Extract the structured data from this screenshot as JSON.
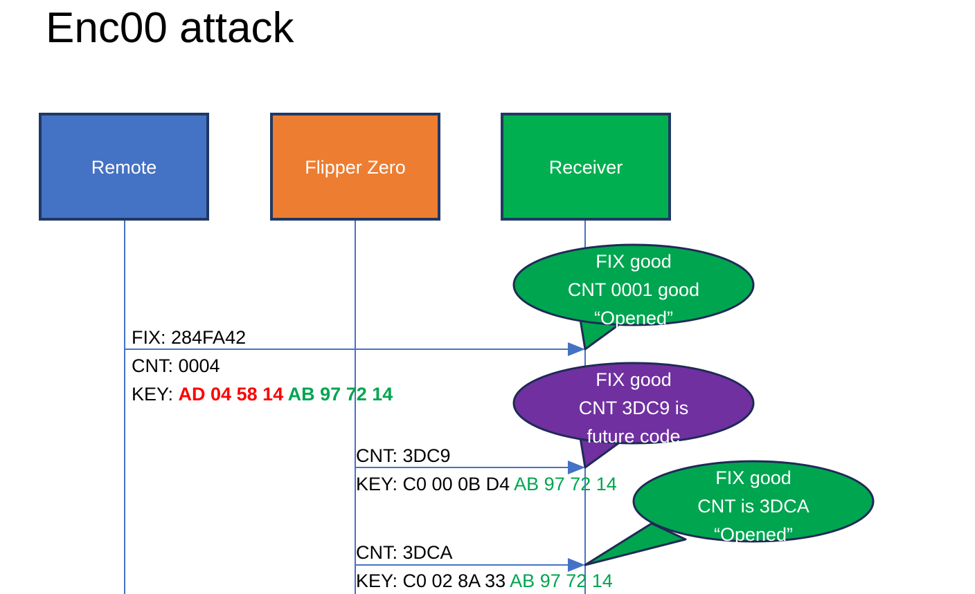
{
  "slide": {
    "title": "Enc00 attack",
    "background_color": "#FFFFFF"
  },
  "colors": {
    "remote_fill": "#4472C4",
    "flipper_fill": "#ED7D31",
    "receiver_fill": "#00B050",
    "box_border": "#203864",
    "lifeline": "#4472C4",
    "arrow": "#4472C4",
    "bubble_green": "#00A550",
    "bubble_purple": "#7030A0",
    "bubble_border": "#1F2A55",
    "text_black": "#000000",
    "text_white": "#FFFFFF",
    "key_red": "#FF0000",
    "key_green": "#00A550"
  },
  "actors": [
    {
      "id": "remote",
      "label": "Remote",
      "fill": "#4472C4"
    },
    {
      "id": "flipper",
      "label": "Flipper Zero",
      "fill": "#ED7D31"
    },
    {
      "id": "receiver",
      "label": "Receiver",
      "fill": "#00B050"
    }
  ],
  "messages": [
    {
      "id": "msg-1",
      "from": "remote",
      "to": "receiver",
      "lines": [
        {
          "segments": [
            {
              "text": "FIX: 284FA42",
              "color": "#000000",
              "bold": false
            }
          ]
        },
        {
          "segments": [
            {
              "text": "CNT: 0004",
              "color": "#000000",
              "bold": false
            }
          ]
        },
        {
          "segments": [
            {
              "text": "KEY: ",
              "color": "#000000",
              "bold": false
            },
            {
              "text": "AD 04 58 14 ",
              "color": "#FF0000",
              "bold": true
            },
            {
              "text": "AB 97 72 14",
              "color": "#00A550",
              "bold": true
            }
          ]
        }
      ]
    },
    {
      "id": "msg-2",
      "from": "flipper",
      "to": "receiver",
      "lines": [
        {
          "segments": [
            {
              "text": "CNT: 3DC9",
              "color": "#000000",
              "bold": false
            }
          ]
        },
        {
          "segments": [
            {
              "text": "KEY: C0 00 0B D4 ",
              "color": "#000000",
              "bold": false
            },
            {
              "text": "AB 97 72 14",
              "color": "#00A550",
              "bold": false
            }
          ]
        }
      ]
    },
    {
      "id": "msg-3",
      "from": "flipper",
      "to": "receiver",
      "lines": [
        {
          "segments": [
            {
              "text": "CNT: 3DCA",
              "color": "#000000",
              "bold": false
            }
          ]
        },
        {
          "segments": [
            {
              "text": "KEY: C0 02 8A 33 ",
              "color": "#000000",
              "bold": false
            },
            {
              "text": "AB 97 72 14",
              "color": "#00A550",
              "bold": false
            }
          ]
        }
      ]
    }
  ],
  "callouts": [
    {
      "id": "callout-1",
      "fill": "#00A550",
      "lines": [
        "FIX good",
        "CNT 0001 good",
        "“Opened”"
      ]
    },
    {
      "id": "callout-2",
      "fill": "#7030A0",
      "lines": [
        "FIX good",
        "CNT 3DC9 is",
        "future code"
      ]
    },
    {
      "id": "callout-3",
      "fill": "#00A550",
      "lines": [
        "FIX good",
        "CNT is 3DCA",
        "“Opened”"
      ]
    }
  ]
}
